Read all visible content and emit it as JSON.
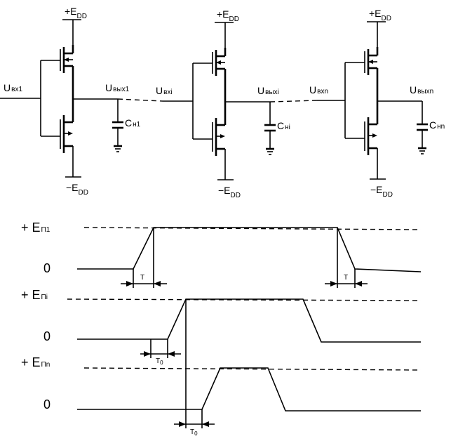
{
  "circuit": {
    "stage_1": {
      "vdd_plus": "+E",
      "vdd_plus_sub": "DD",
      "vdd_minus": "−E",
      "vdd_minus_sub": "DD",
      "u_in": "U",
      "u_in_sub": "вх1",
      "u_out": "U",
      "u_out_sub": "вых1",
      "cap": "C",
      "cap_sub": "н1"
    },
    "stage_i": {
      "vdd_plus": "+E",
      "vdd_plus_sub": "DD",
      "vdd_minus": "−E",
      "vdd_minus_sub": "DD",
      "u_in": "U",
      "u_in_sub": "вхi",
      "u_out": "U",
      "u_out_sub": "выхi",
      "cap": "C",
      "cap_sub": "нi"
    },
    "stage_n": {
      "vdd_plus": "+E",
      "vdd_plus_sub": "DD",
      "vdd_minus": "−E",
      "vdd_minus_sub": "DD",
      "u_in": "U",
      "u_in_sub": "вхn",
      "u_out": "U",
      "u_out_sub": "выхn",
      "cap": "C",
      "cap_sub": "нn"
    }
  },
  "timing": {
    "row_1": {
      "level": "+ E",
      "level_sub": "П1",
      "zero": "0",
      "delay": "T"
    },
    "row_i": {
      "level": "+ E",
      "level_sub": "Пi",
      "zero": "0",
      "delay": "T",
      "delay_sub": "0"
    },
    "row_n": {
      "level": "+ E",
      "level_sub": "Пn",
      "zero": "0",
      "delay": "T",
      "delay_sub": "0"
    },
    "row_1_second_delay": "T"
  }
}
